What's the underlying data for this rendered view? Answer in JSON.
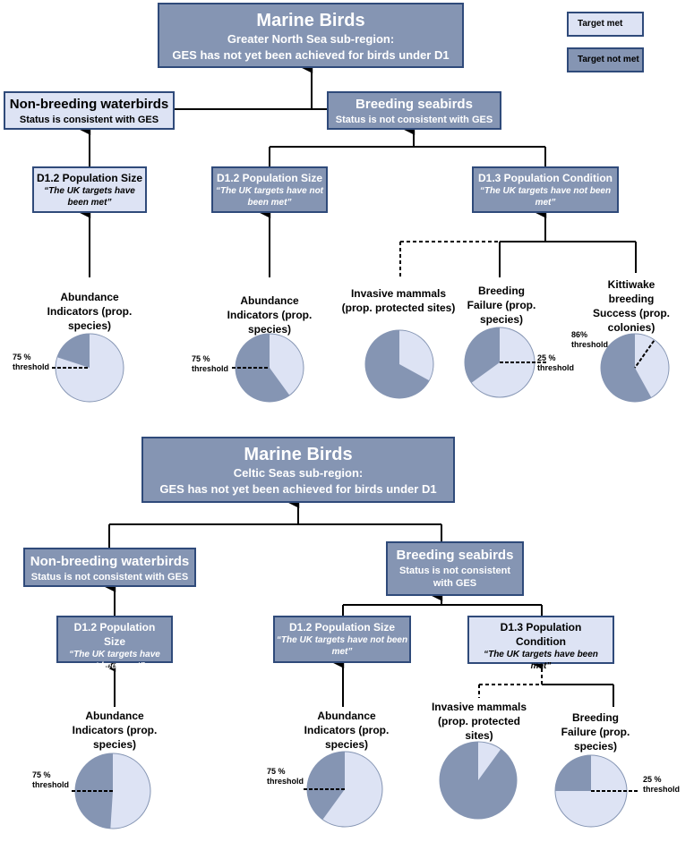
{
  "colors": {
    "target_met": "#dde3f4",
    "target_not_met": "#8595b3",
    "border": "#2f4a7a",
    "pie_not_met": "#8595b3",
    "pie_met": "#dde3f4"
  },
  "legend": {
    "met": "Target met",
    "not_met": "Target not met"
  },
  "gns": {
    "top": {
      "title": "Marine Birds",
      "line1": "Greater North Sea sub-region:",
      "line2": "GES has not yet been achieved for birds under D1"
    },
    "nbw": {
      "title": "Non-breeding waterbirds",
      "status": "Status is consistent with GES"
    },
    "bs": {
      "title": "Breeding seabirds",
      "status": "Status is not consistent with GES"
    },
    "d12a": {
      "title": "D1.2 Population Size",
      "quote": "“The UK targets have been met”"
    },
    "d12b": {
      "title": "D1.2 Population Size",
      "quote": "“The UK targets have not been met”"
    },
    "d13": {
      "title": "D1.3 Population Condition",
      "quote": "“The UK targets have not been met”"
    },
    "labels": {
      "abund1": "Abundance Indicators (prop. species)",
      "abund2": "Abundance Indicators (prop. species)",
      "invasive": "Invasive mammals (prop. protected sites)",
      "breeding": "Breeding Failure (prop. species)",
      "kittiwake": "Kittiwake breeding Success (prop. colonies)"
    },
    "thresholds": {
      "abund1": "75 % threshold",
      "abund2": "75 % threshold",
      "breeding": "25 % threshold",
      "kittiwake": "86% threshold"
    }
  },
  "cs": {
    "top": {
      "title": "Marine Birds",
      "line1": "Celtic Seas sub-region:",
      "line2": "GES has not yet been achieved for birds under D1"
    },
    "nbw": {
      "title": "Non-breeding waterbirds",
      "status": "Status is not consistent with GES"
    },
    "bs": {
      "title": "Breeding seabirds",
      "status": "Status is not consistent with GES"
    },
    "d12a": {
      "title": "D1.2 Population Size",
      "quote": "“The UK targets have not been met”"
    },
    "d12b": {
      "title": "D1.2 Population Size",
      "quote": "“The UK targets have not been met”"
    },
    "d13": {
      "title": "D1.3 Population Condition",
      "quote": "“The UK targets have been met”"
    },
    "labels": {
      "abund1": "Abundance Indicators (prop. species)",
      "abund2": "Abundance Indicators (prop. species)",
      "invasive": "Invasive mammals (prop. protected sites)",
      "breeding": "Breeding Failure (prop. species)"
    },
    "thresholds": {
      "abund1": "75 % threshold",
      "abund2": "75 % threshold",
      "breeding": "25 % threshold"
    }
  },
  "pies": {
    "gns_abund1": {
      "not_met": 0.2,
      "threshold": 0.75
    },
    "gns_abund2": {
      "not_met": 0.6,
      "threshold": 0.75
    },
    "gns_invasive": {
      "not_met": 0.67
    },
    "gns_breeding": {
      "not_met": 0.35,
      "threshold": 0.25
    },
    "gns_kittiwake": {
      "not_met": 0.58,
      "threshold": 0.86
    },
    "cs_abund1": {
      "not_met": 0.49,
      "threshold": 0.75
    },
    "cs_abund2": {
      "not_met": 0.4,
      "threshold": 0.75
    },
    "cs_invasive": {
      "not_met": 0.9
    },
    "cs_breeding": {
      "not_met": 0.25,
      "threshold": 0.25
    }
  }
}
